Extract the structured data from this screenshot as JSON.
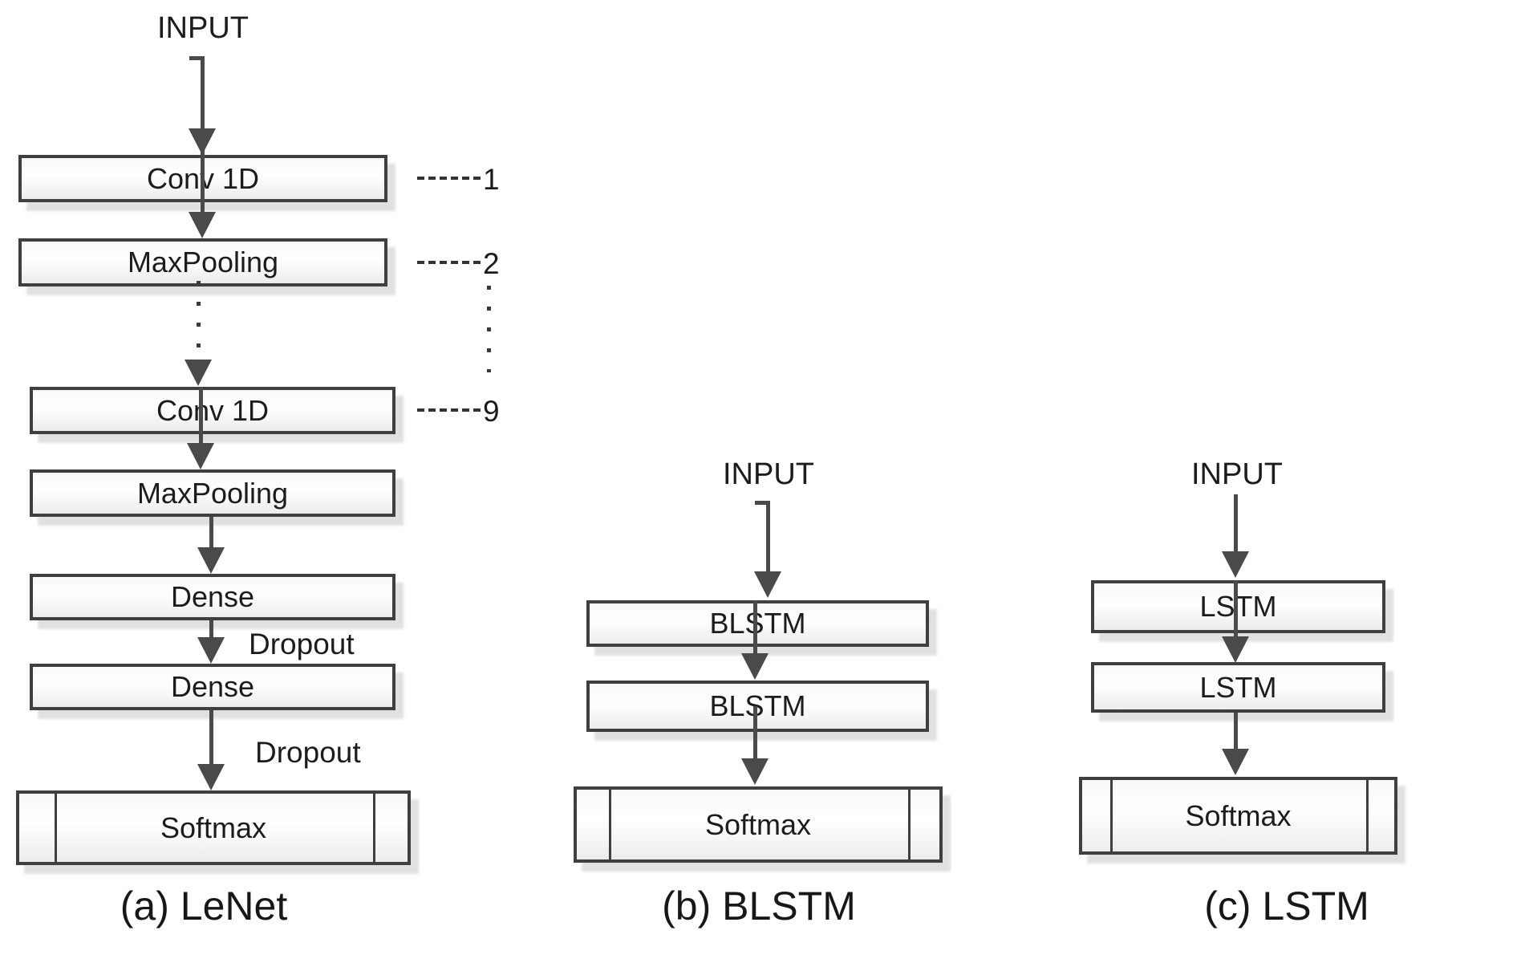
{
  "figure": {
    "panels": [
      {
        "id": "a",
        "caption": "(a) LeNet",
        "input_label": "INPUT",
        "layers": [
          "Conv 1D",
          "MaxPooling",
          "Conv 1D",
          "MaxPooling",
          "Dense",
          "Dense"
        ],
        "output_layer": "Softmax",
        "layer_numbers": [
          "1",
          "2",
          "9"
        ],
        "dropout_labels": [
          "Dropout",
          "Dropout"
        ]
      },
      {
        "id": "b",
        "caption": "(b) BLSTM",
        "input_label": "INPUT",
        "layers": [
          "BLSTM",
          "BLSTM"
        ],
        "output_layer": "Softmax"
      },
      {
        "id": "c",
        "caption": "(c) LSTM",
        "input_label": "INPUT",
        "layers": [
          "LSTM",
          "LSTM"
        ],
        "output_layer": "Softmax"
      }
    ],
    "colors": {
      "box_border": "#3f3f3f",
      "box_fill_top": "#f8f8f8",
      "box_fill_bottom": "#ececec",
      "arrow": "#4a4a4a",
      "text": "#1c1c1c"
    }
  }
}
